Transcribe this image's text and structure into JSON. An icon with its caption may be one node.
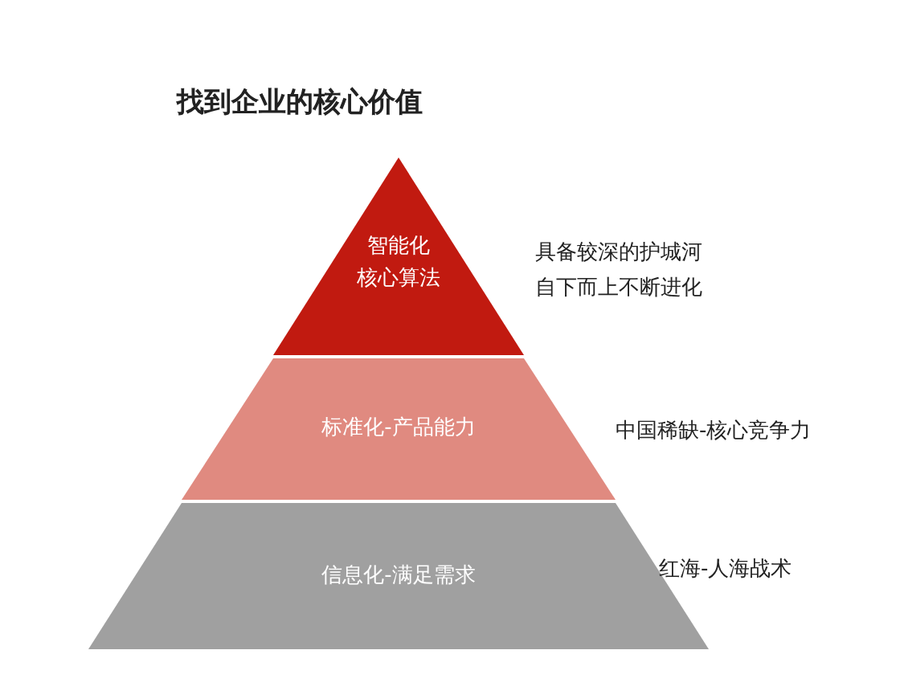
{
  "diagram": {
    "title": "找到企业的核心价值",
    "nodes": [
      {
        "text": [
          "智能化",
          "核心算法"
        ],
        "beside": [
          "具备较深的护城河",
          "自下而上不断进化"
        ]
      },
      {
        "text": [
          "标准化-产品能力"
        ],
        "beside": [
          "中国稀缺-核心竞争力"
        ]
      },
      {
        "text": [
          "信息化-满足需求"
        ],
        "beside": [
          "红海-人海战术"
        ]
      }
    ]
  }
}
